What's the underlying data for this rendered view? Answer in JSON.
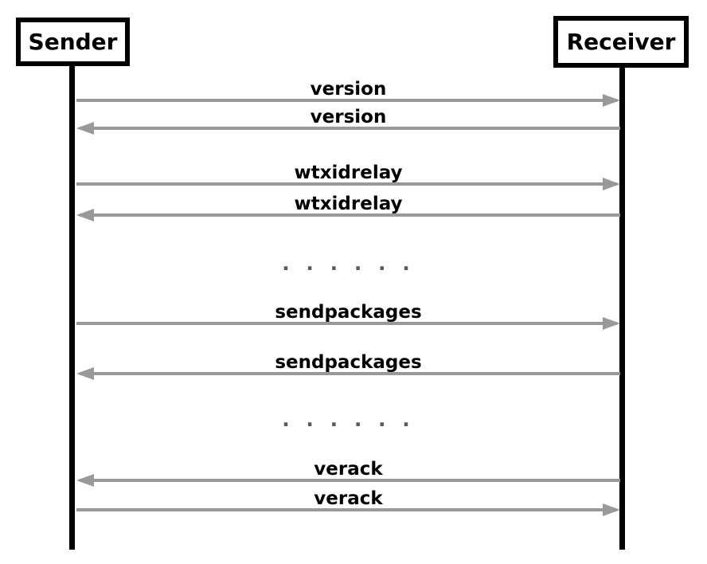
{
  "diagram": {
    "type": "sequence-diagram",
    "actors": [
      {
        "name": "Sender"
      },
      {
        "name": "Receiver"
      }
    ],
    "messages": [
      {
        "label": "version",
        "from": "Sender",
        "to": "Receiver",
        "direction": "right"
      },
      {
        "label": "version",
        "from": "Receiver",
        "to": "Sender",
        "direction": "left"
      },
      {
        "label": "wtxidrelay",
        "from": "Sender",
        "to": "Receiver",
        "direction": "right"
      },
      {
        "label": "wtxidrelay",
        "from": "Receiver",
        "to": "Sender",
        "direction": "left"
      },
      {
        "label": ". . . . . .",
        "type": "gap"
      },
      {
        "label": "sendpackages",
        "from": "Sender",
        "to": "Receiver",
        "direction": "right"
      },
      {
        "label": "sendpackages",
        "from": "Receiver",
        "to": "Sender",
        "direction": "left"
      },
      {
        "label": ". . . . . .",
        "type": "gap"
      },
      {
        "label": "verack",
        "from": "Receiver",
        "to": "Sender",
        "direction": "left"
      },
      {
        "label": "verack",
        "from": "Sender",
        "to": "Receiver",
        "direction": "right"
      }
    ],
    "colors": {
      "arrow": "#999999",
      "actor_border": "#000000",
      "label_text": "#000000",
      "gap_dots": "#595959",
      "background": "#ffffff"
    }
  }
}
